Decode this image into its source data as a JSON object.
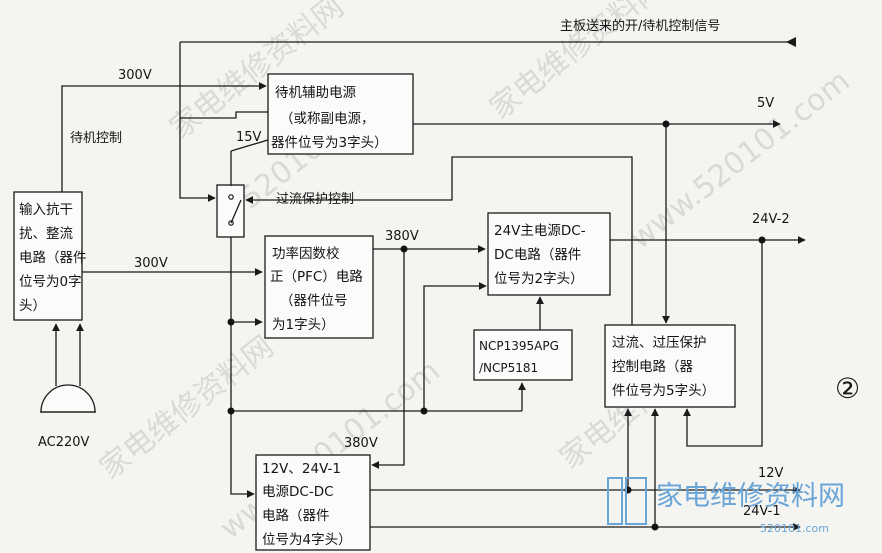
{
  "signals": {
    "mainboard_control": "主板送来的开/待机控制信号",
    "v300_top": "300V",
    "standby_control": "待机控制",
    "v15": "15V",
    "v5": "5V",
    "overcurrent_control": "过流保护控制",
    "v300_mid": "300V",
    "v380_upper": "380V",
    "v24_2": "24V-2",
    "v380_lower": "380V",
    "v12": "12V",
    "v24_1": "24V-1",
    "ac_input": "AC220V"
  },
  "blocks": {
    "standby_power": [
      "待机辅助电源",
      "（或称副电源，",
      "器件位号为3字头）"
    ],
    "input_filter": [
      "输入抗干",
      "扰、整流",
      "电路（器件",
      "位号为0字",
      "头）"
    ],
    "pfc": [
      "功率因数校",
      "正（PFC）电路",
      "（器件位号",
      "为1字头）"
    ],
    "main_dcdc_24v": [
      "24V主电源DC-",
      "DC电路（器件",
      "位号为2字头）"
    ],
    "controller_ic": [
      "NCP1395APG",
      "/NCP5181"
    ],
    "protection": [
      "过流、过压保护",
      "控制电路（器",
      "件位号为5字头）"
    ],
    "dcdc_12v_24v1": [
      "12V、24V-1",
      "电源DC-DC",
      "电路（器件",
      "位号为4字头）"
    ]
  },
  "figure_number": "②",
  "watermark": {
    "brand": "家电维修资料网",
    "site": "www.520101.com",
    "site_short": "520101.com"
  },
  "colors": {
    "line": "#1a1a1a",
    "watermark_blue": "#6aa5d8"
  }
}
